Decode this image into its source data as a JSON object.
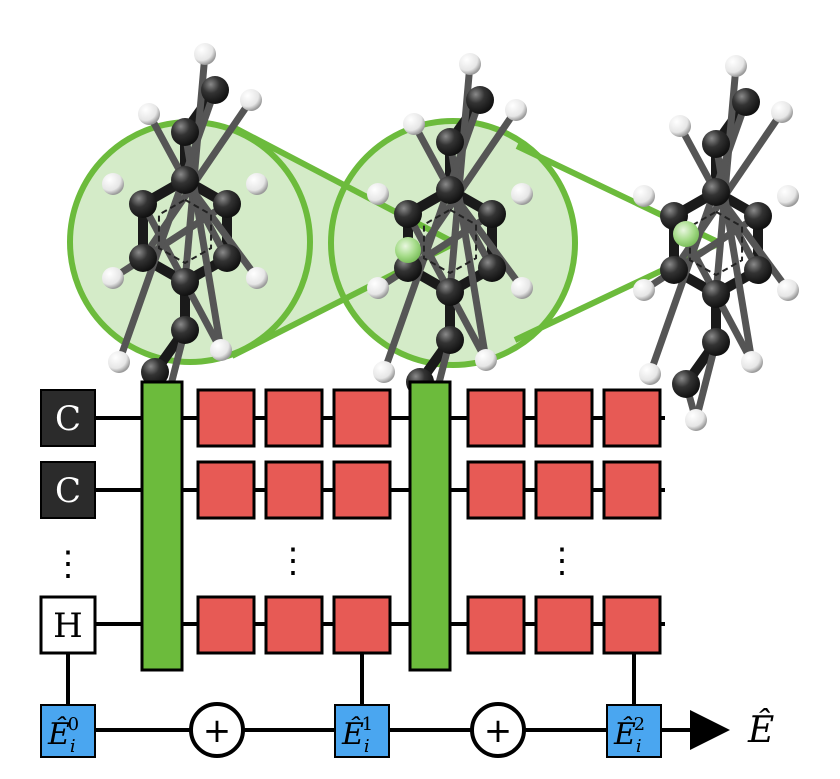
{
  "atoms": [
    {
      "label": "C",
      "color": "#2b2b2b",
      "text_color": "#ffffff"
    },
    {
      "label": "C",
      "color": "#2b2b2b",
      "text_color": "#ffffff"
    },
    {
      "label": "H",
      "color": "#ffffff",
      "text_color": "#000000"
    }
  ],
  "ellipsis": "⋮",
  "readouts": [
    {
      "base": "Ê",
      "sub": "i",
      "sup": "0"
    },
    {
      "base": "Ê",
      "sub": "i",
      "sup": "1"
    },
    {
      "base": "Ê",
      "sub": "i",
      "sup": "2"
    }
  ],
  "plus_symbol": "+",
  "output_label": "Ê",
  "colors": {
    "interaction": "#6cbb3c",
    "halo_fill": "#d4ebc8",
    "update_block": "#e75a55",
    "readout": "#4aa6f0",
    "carbon": "#2d2d2d",
    "hydrogen": "#ffffff",
    "line": "#000000"
  },
  "icons": [
    "molecule-icon",
    "plus-icon",
    "arrow-right-icon"
  ]
}
